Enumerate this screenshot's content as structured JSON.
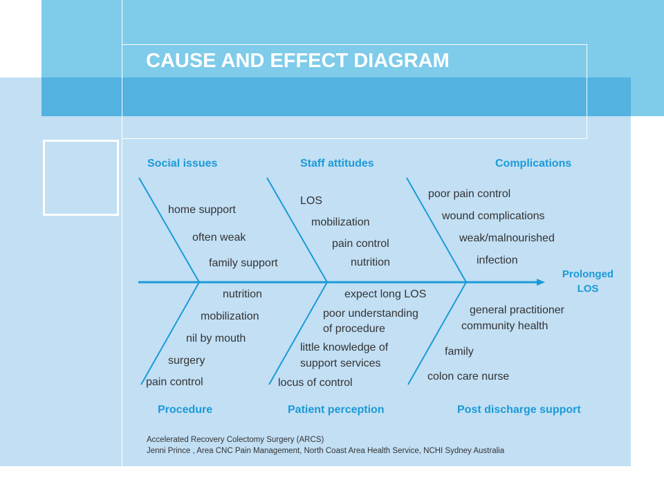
{
  "title": "CAUSE AND EFFECT DIAGRAM",
  "effect": {
    "line1": "Prolonged",
    "line2": "LOS"
  },
  "categories": {
    "social": "Social issues",
    "staff": "Staff attitudes",
    "complications": "Complications",
    "procedure": "Procedure",
    "patient": "Patient perception",
    "post": "Post discharge support"
  },
  "causes": {
    "social": [
      "home support",
      "often weak",
      "family support"
    ],
    "staff": [
      "LOS",
      "mobilization",
      "pain control",
      "nutrition"
    ],
    "complications": [
      "poor pain control",
      "wound complications",
      "weak/malnourished",
      "infection"
    ],
    "procedure": [
      "nutrition",
      "mobilization",
      "nil by mouth",
      "surgery",
      "pain control"
    ],
    "patient": [
      "expect long LOS",
      "poor understanding",
      "of procedure",
      "little knowledge of",
      "support services",
      "locus of control"
    ],
    "post": [
      "general practitioner",
      "community health",
      "family",
      "colon care nurse"
    ]
  },
  "footer": {
    "line1": "Accelerated Recovery Colectomy Surgery (ARCS)",
    "line2": "Jenni Prince , Area CNC Pain Management, North Coast Area Health Service, NCHI Sydney Australia"
  },
  "colors": {
    "accent": "#1a9ad6",
    "panel": "#c2dff4",
    "band": "#53b2e0",
    "top": "#7ecbea"
  }
}
